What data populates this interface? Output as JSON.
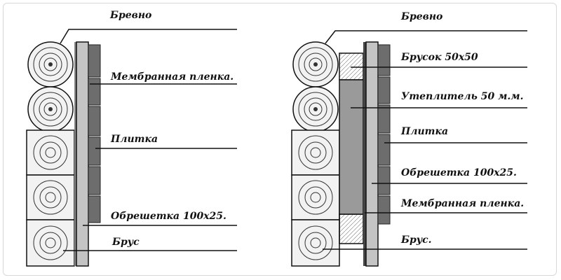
{
  "left_diagram": {
    "labels": {
      "log": "Бревно",
      "membrane": "Мембранная пленка.",
      "tile": "Плитка",
      "lathing": "Обрешетка 100х25.",
      "beam": "Брус"
    }
  },
  "right_diagram": {
    "labels": {
      "log": "Бревно",
      "bar": "Брусок 50х50",
      "insulation": "Утеплитель 50 м.м.",
      "tile": "Плитка",
      "lathing": "Обрешетка 100х25.",
      "membrane": "Мембранная пленка.",
      "beam": "Брус."
    }
  },
  "colors": {
    "line": "#111111",
    "wood": "#f2f2f2",
    "lath": "#c4c4c4",
    "tile": "#6d6d6d",
    "insulation": "#9a9a9a"
  }
}
